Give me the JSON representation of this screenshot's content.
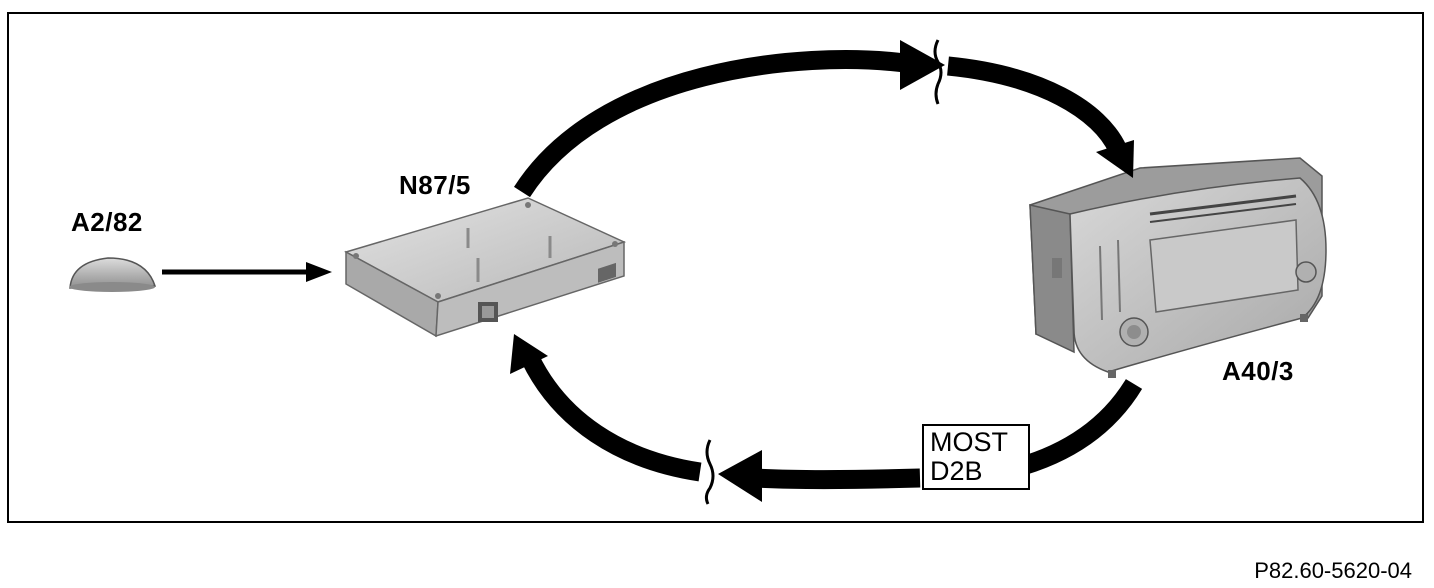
{
  "components": {
    "gps_antenna": "A2/82",
    "navigation_module": "N87/5",
    "head_unit": "A40/3"
  },
  "bus": {
    "line1": "MOST",
    "line2": "D2B"
  },
  "figure_id": "P82.60-5620-04",
  "colors": {
    "arrow": "#000000",
    "unit_face": "#c9c9c9",
    "unit_side": "#9a9a9a",
    "antenna": "#b5b5b5"
  }
}
